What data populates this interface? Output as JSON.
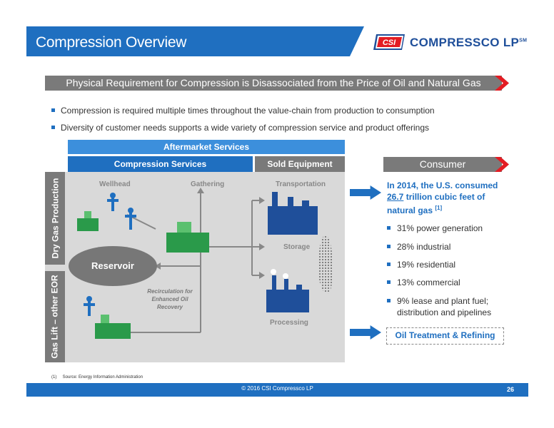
{
  "header": {
    "title": "Compression Overview"
  },
  "logo": {
    "badge": "CSI",
    "text": "COMPRESSCO LP",
    "mark": "SM"
  },
  "subtitle": "Physical Requirement for Compression is Disassociated from the Price of Oil and Natural Gas",
  "bullets": [
    "Compression is required multiple times throughout the value-chain from production to consumption",
    "Diversity of customer needs supports a wide variety of compression service and product offerings"
  ],
  "diagram": {
    "aftermarket": "Aftermarket Services",
    "compression_services": "Compression Services",
    "sold_equipment": "Sold Equipment",
    "dry_gas": "Dry Gas Production",
    "gas_lift": "Gas Lift – other EOR",
    "wellhead": "Wellhead",
    "gathering": "Gathering",
    "transportation": "Transportation",
    "storage": "Storage",
    "processing": "Processing",
    "reservoir": "Reservoir",
    "recirculation": "Recirculation for Enhanced Oil Recovery"
  },
  "consumer": {
    "title": "Consumer",
    "consumed_pre": "In 2014, the U.S. consumed",
    "consumed_value": "26.7",
    "consumed_post": "trillion cubic feet of natural gas",
    "consumed_ref": "[1]",
    "items": [
      "31% power generation",
      "28% industrial",
      "19% residential",
      "13% commercial",
      "9% lease and plant fuel; distribution and pipelines"
    ],
    "oil_treatment": "Oil Treatment & Refining"
  },
  "footnote": "(1)     Source: Energy Information Administration",
  "footer": {
    "copyright": "© 2016 CSI Compressco LP",
    "page": "26"
  },
  "colors": {
    "brand_blue": "#1f6fc0",
    "accent_red": "#e31c23",
    "gray": "#7a7a7a",
    "compressor_green": "#2a9a4a"
  }
}
